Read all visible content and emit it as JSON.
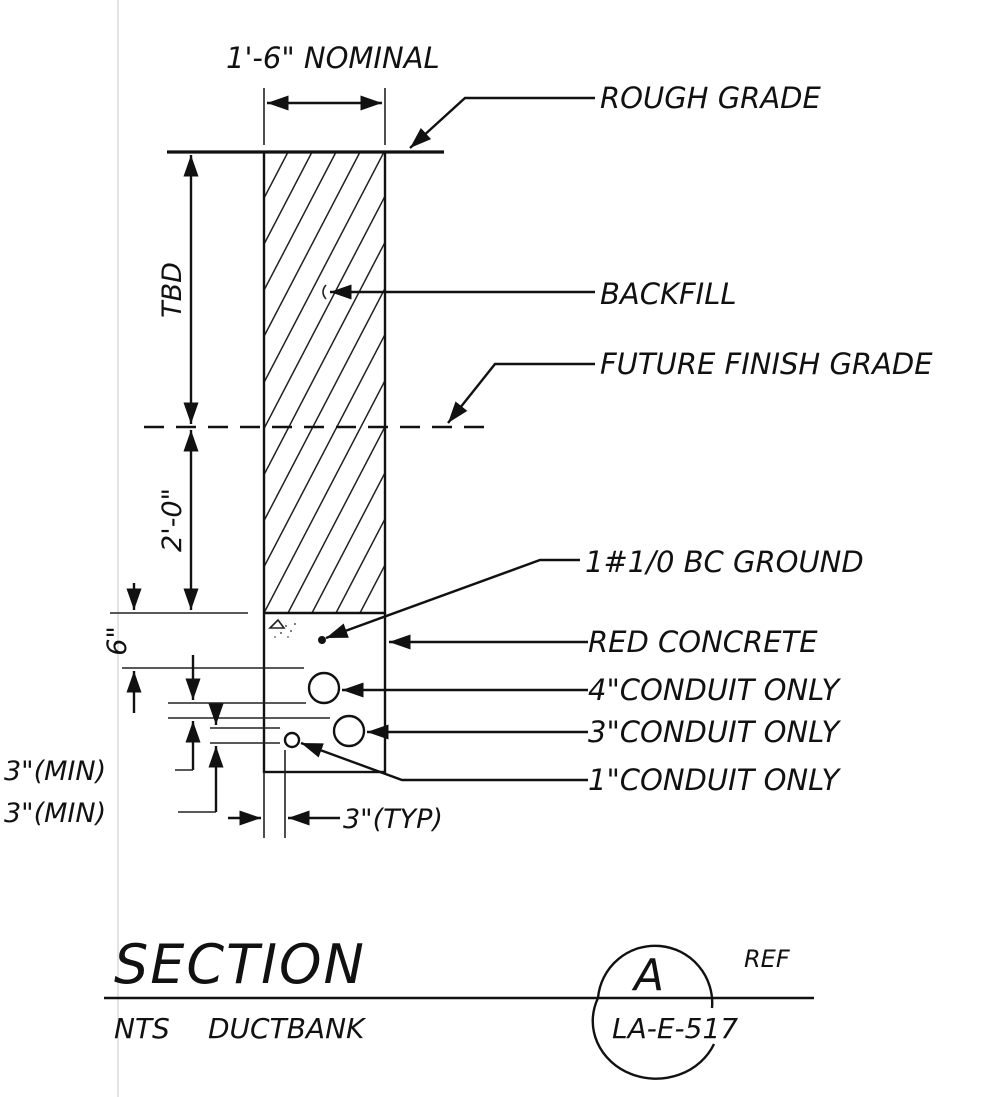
{
  "drawing": {
    "dimensions": {
      "width_nominal": "1'-6\" NOMINAL",
      "depth_top": "TBD",
      "depth_mid": "2'-0\"",
      "cover": "6\"",
      "spacing_1": "3\"(MIN)",
      "spacing_2": "3\"(MIN)",
      "side_clearance": "3\"(TYP)"
    },
    "callouts": {
      "rough_grade": "ROUGH GRADE",
      "backfill": "BACKFILL",
      "future_finish_grade": "FUTURE FINISH GRADE",
      "ground": "1#1/0 BC GROUND",
      "red_concrete": "RED CONCRETE",
      "conduit_4": "4\"CONDUIT ONLY",
      "conduit_3": "3\"CONDUIT ONLY",
      "conduit_1": "1\"CONDUIT ONLY"
    }
  },
  "title_block": {
    "title": "SECTION",
    "scale": "NTS",
    "subject": "DUCTBANK",
    "section_letter": "A",
    "ref_label": "REF",
    "sheet": "LA-E-517"
  }
}
